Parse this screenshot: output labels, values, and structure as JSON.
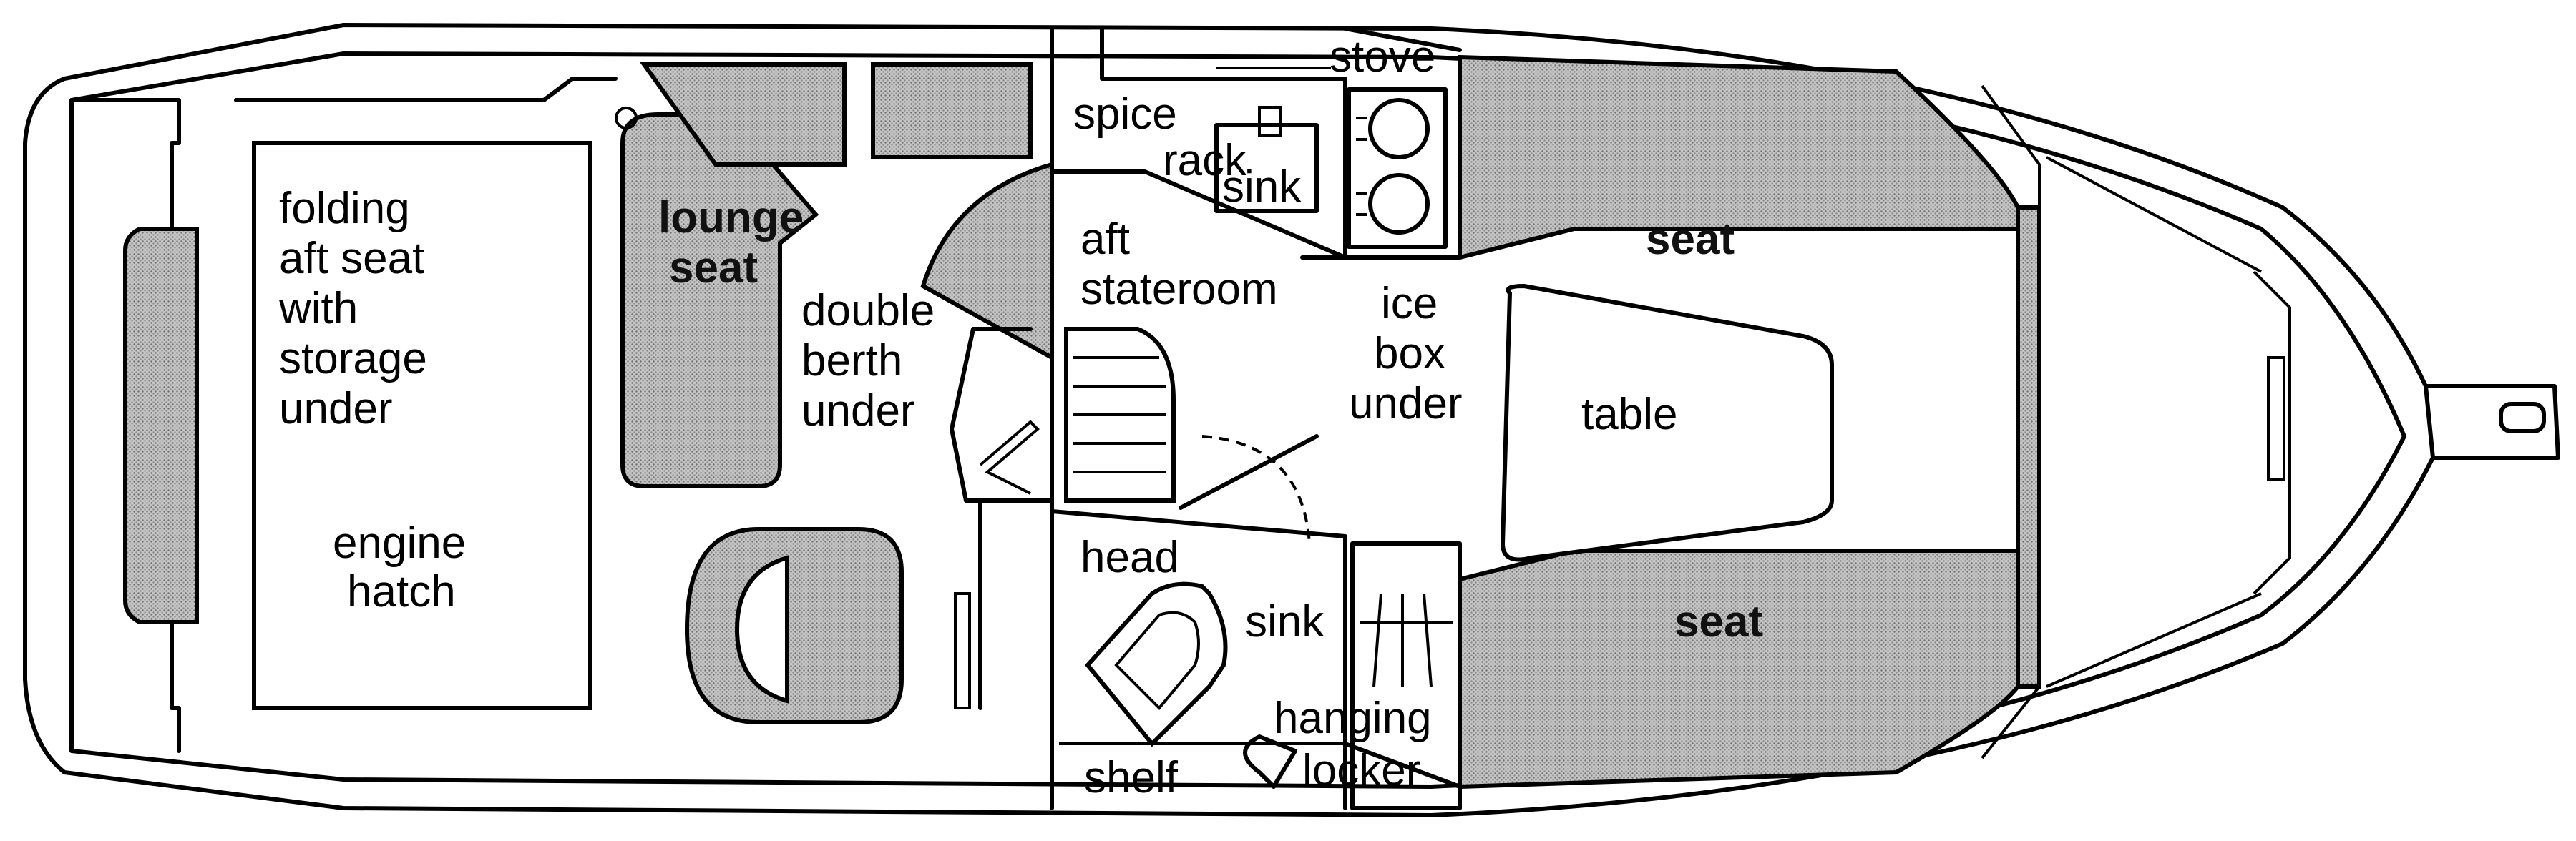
{
  "labels": {
    "folding_seat": [
      "folding",
      "aft seat",
      "with",
      "storage",
      "under"
    ],
    "engine_hatch": [
      "engine",
      "hatch"
    ],
    "lounge_seat": [
      "lounge",
      "seat"
    ],
    "double_berth": [
      "double",
      "berth",
      "under"
    ],
    "spice_rack": [
      "spice",
      "rack"
    ],
    "stove": "stove",
    "galley_sink": "sink",
    "aft_stateroom": [
      "aft",
      "stateroom"
    ],
    "ice_box": [
      "ice",
      "box",
      "under"
    ],
    "table": "table",
    "seat_upper": "seat",
    "seat_lower": "seat",
    "head": "head",
    "head_sink": "sink",
    "hanging_locker": [
      "hanging",
      "locker"
    ],
    "shelf": "shelf"
  },
  "colors": {
    "line": "#000000",
    "shade": "#b3b3b3",
    "background": "#ffffff"
  }
}
